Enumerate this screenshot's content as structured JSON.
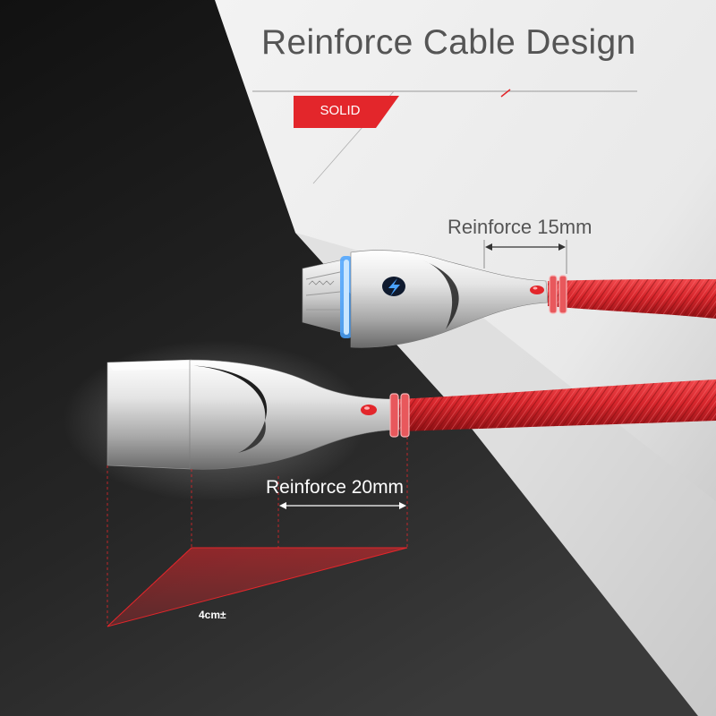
{
  "title": "Reinforce Cable Design",
  "badge": {
    "label": "SOLID",
    "color": "#e3262b"
  },
  "annotations": {
    "reinforce_top": "Reinforce 15mm",
    "reinforce_bottom": "Reinforce 20mm",
    "length": "4cm±"
  },
  "icons": {
    "connector_symbol": "lightning-bolt-icon"
  },
  "colors": {
    "background_dark": "#1c1c1c",
    "background_light": "#f0f0f0",
    "cable": "#d7262c",
    "metal": "#d9d9d9",
    "indicator": "#4aa3ff"
  }
}
